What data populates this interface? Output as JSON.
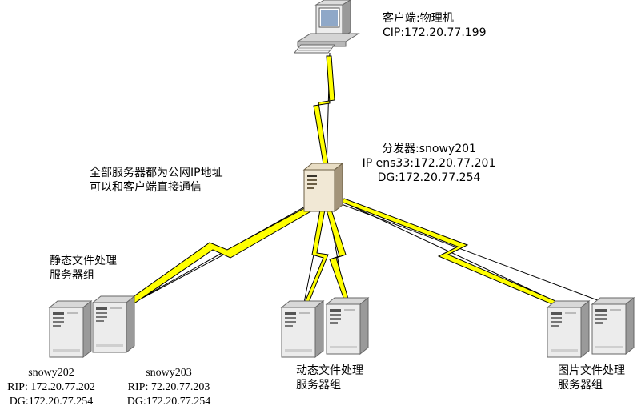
{
  "colors": {
    "bolt": "#ffff00",
    "bolt_stroke": "#000000",
    "server_light": "#e9e9e9",
    "server_dark": "#a9a9a9",
    "server_top": "#d9d9d9"
  },
  "client": {
    "line1": "客户端:物理机",
    "line2": "CIP:172.20.77.199"
  },
  "director": {
    "line1": "分发器:snowy201",
    "line2": "IP ens33:172.20.77.201",
    "line3": "DG:172.20.77.254"
  },
  "note": {
    "line1": "全部服务器都为公网IP地址",
    "line2": "可以和客户端直接通信"
  },
  "static_group": {
    "line1": "静态文件处理",
    "line2": "服务器组"
  },
  "snowy202": {
    "name": "snowy202",
    "rip": "RIP: 172.20.77.202",
    "dg": "DG:172.20.77.254"
  },
  "snowy203": {
    "name": "snowy203",
    "rip": "RIP: 72.20.77.203",
    "dg": "DG:172.20.77.254"
  },
  "dynamic_group": {
    "line1": "动态文件处理",
    "line2": "服务器组"
  },
  "image_group": {
    "line1": "图片文件处理",
    "line2": "服务器组"
  }
}
